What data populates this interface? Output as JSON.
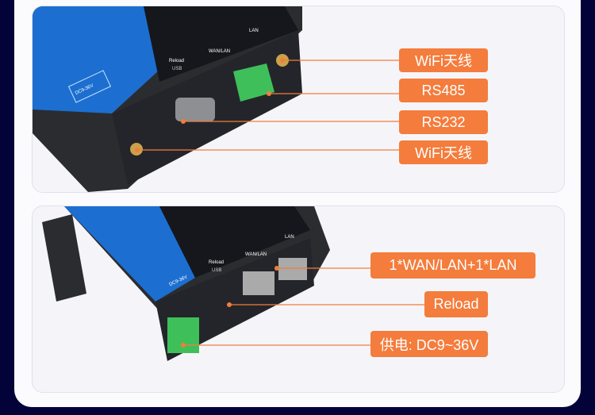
{
  "colors": {
    "background": "#03033a",
    "accent": "#f47c3c",
    "card": "#f5f5f9"
  },
  "top_card": {
    "device_labels": {
      "reload": "Reload",
      "usb": "USB",
      "wan_lan": "WAN/LAN",
      "lan": "LAN",
      "power": "DC9-36V"
    },
    "callouts": [
      "WiFi天线",
      "RS485",
      "RS232",
      "WiFi天线"
    ]
  },
  "bottom_card": {
    "device_labels": {
      "reload": "Reload",
      "usb": "USB",
      "wan_lan": "WAN/LAN",
      "lan": "LAN",
      "power": "DC9-36V"
    },
    "callouts": [
      "1*WAN/LAN+1*LAN",
      "Reload",
      "供电: DC9~36V"
    ]
  }
}
